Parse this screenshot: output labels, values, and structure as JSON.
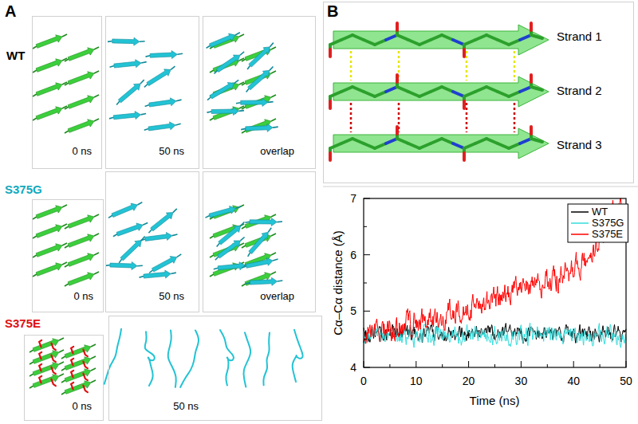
{
  "diagram": {
    "nodes": [
      {
        "text": [
          "0 ns"
        ]
      },
      {
        "text": [
          "50 ns"
        ]
      },
      {
        "text": [
          "overlap"
        ]
      },
      {
        "text": [
          "0 ns"
        ]
      },
      {
        "text": [
          "50 ns"
        ]
      },
      {
        "text": [
          "overlap"
        ]
      },
      {
        "text": [
          "0 ns"
        ]
      },
      {
        "text": [
          "50 ns"
        ]
      },
      {
        "text": [
          "Strand 1",
          "Strand 2",
          "Strand 3"
        ]
      }
    ],
    "labels": [
      "A",
      "B",
      "WT",
      "S375G",
      "S375E",
      "4",
      "5",
      "6",
      "7",
      "0",
      "10",
      "20",
      "30",
      "40",
      "50",
      "Time (ns)",
      "Cα–Cα distance (Å)"
    ],
    "legend": [
      {
        "text": "WT"
      },
      {
        "text": "S375G"
      },
      {
        "text": "S375E"
      }
    ]
  }
}
